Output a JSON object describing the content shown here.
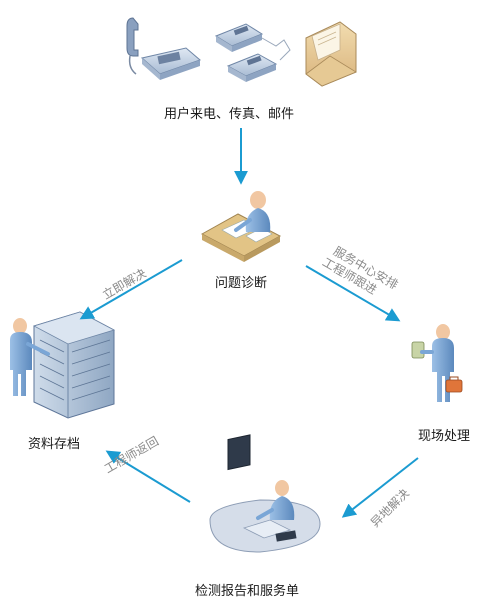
{
  "nodes": {
    "contact": {
      "label": "用户来电、传真、邮件"
    },
    "diagnose": {
      "label": "问题诊断"
    },
    "archive": {
      "label": "资料存档"
    },
    "onsite": {
      "label": "现场处理"
    },
    "report": {
      "label": "检测报告和服务单"
    }
  },
  "edges": {
    "resolve_now": {
      "label": "立即解决"
    },
    "dispatch": {
      "line1": "服务中心安排",
      "line2": "工程师跟进"
    },
    "remote_resolve": {
      "label": "异地解决"
    },
    "engineer_back": {
      "label": "工程师返回"
    }
  },
  "colors": {
    "arrow": "#1b9bd1",
    "edge_text": "#8a8a8a",
    "node_text": "#1a1a1a",
    "figure_skin": "#f1c7a2",
    "figure_body": "#7aa6d6",
    "device_gray": "#b9c3d0"
  },
  "icons": [
    "telephone-icon",
    "fax-machine-icon",
    "envelope-icon",
    "person-at-desk-icon",
    "person-at-server-rack-icon",
    "engineer-with-toolcase-icon",
    "person-at-computer-icon"
  ]
}
